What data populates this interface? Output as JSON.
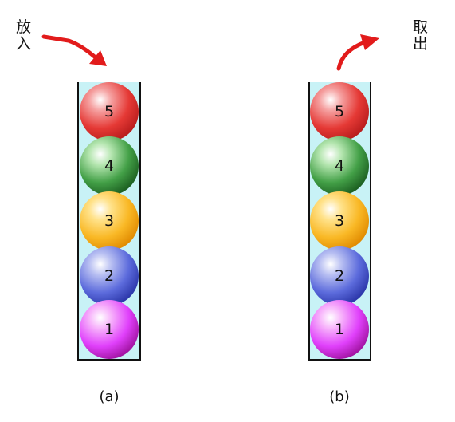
{
  "left_panel": {
    "action_label": [
      "放",
      "入"
    ],
    "caption": "(a)",
    "balls": [
      {
        "label": "5",
        "color": "#e53935"
      },
      {
        "label": "4",
        "color": "#43a047"
      },
      {
        "label": "3",
        "color": "#f9a825"
      },
      {
        "label": "2",
        "color": "#5c6bc0"
      },
      {
        "label": "1",
        "color": "#e040fb"
      }
    ]
  },
  "right_panel": {
    "action_label": [
      "取",
      "出"
    ],
    "caption": "(b)",
    "balls": [
      {
        "label": "5",
        "color": "#e53935"
      },
      {
        "label": "4",
        "color": "#43a047"
      },
      {
        "label": "3",
        "color": "#f9a825"
      },
      {
        "label": "2",
        "color": "#5c6bc0"
      },
      {
        "label": "1",
        "color": "#e040fb"
      }
    ]
  },
  "colors": {
    "tube_fill": "#c8f2f6",
    "tube_border": "#111111",
    "arrow": "#e21b1b"
  }
}
